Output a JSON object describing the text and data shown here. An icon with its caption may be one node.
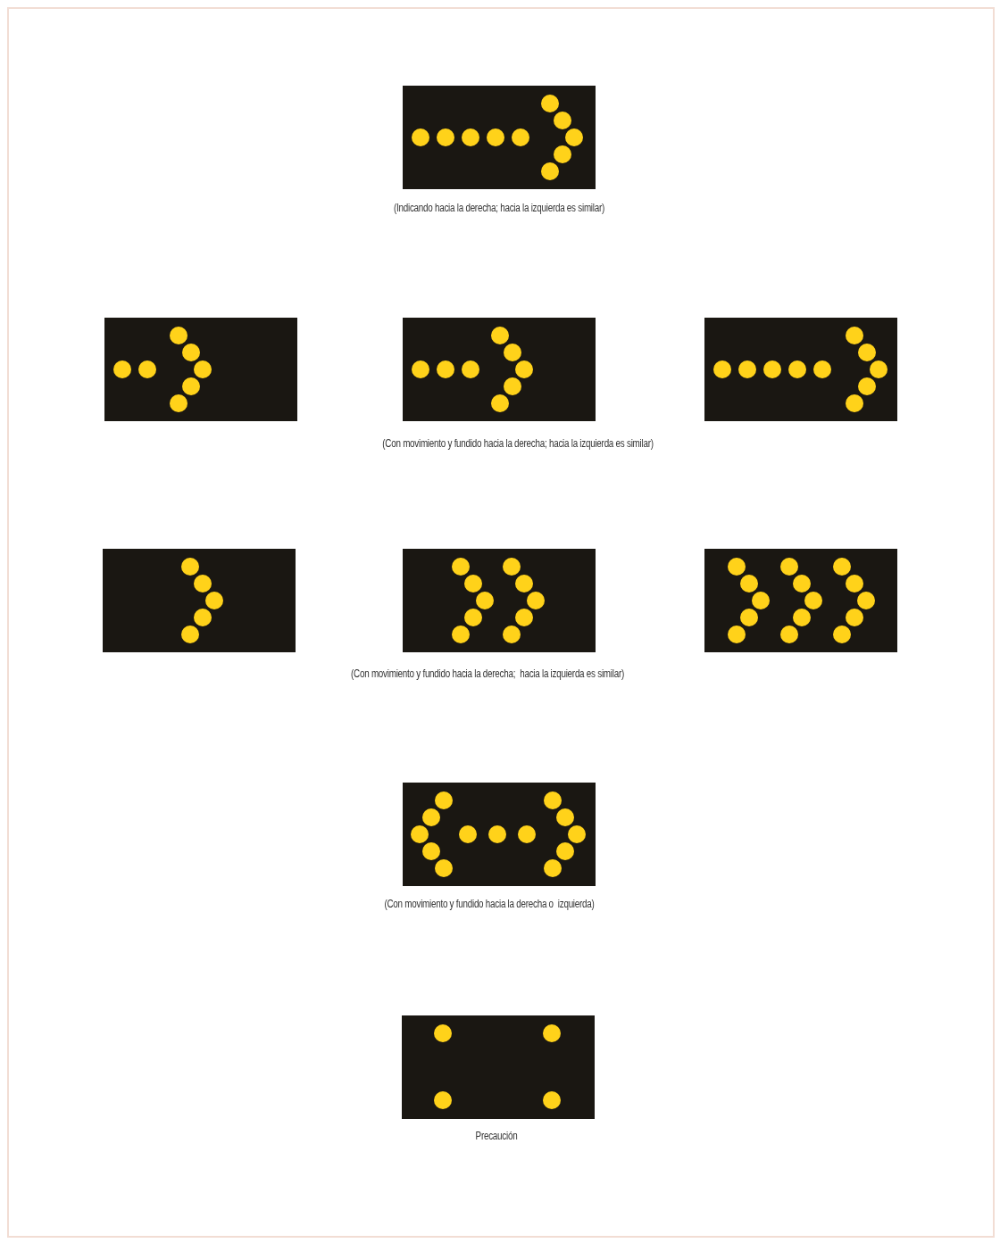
{
  "diagram": {
    "labels": [
      "(Indicando hacia la derecha; hacia la izquierda es similar)",
      "(Con movimiento y fundido hacia la derecha; hacia la izquierda es similar)",
      "(Con movimiento y fundido hacia la derecha;  hacia la izquierda es similar)",
      "(Con movimiento y fundido hacia la derecha o  izquierda)",
      "Precaución"
    ]
  }
}
